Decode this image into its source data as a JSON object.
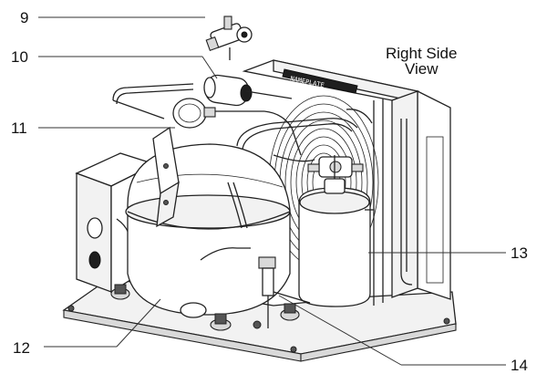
{
  "view_label": {
    "line1": "Right Side",
    "line2": "View"
  },
  "callouts": [
    {
      "id": "9",
      "label": "9"
    },
    {
      "id": "10",
      "label": "10"
    },
    {
      "id": "11",
      "label": "11"
    },
    {
      "id": "12",
      "label": "12"
    },
    {
      "id": "13",
      "label": "13"
    },
    {
      "id": "14",
      "label": "14"
    }
  ],
  "nameplate_text": "NAMEPLATE",
  "colors": {
    "line": "#222222",
    "background": "#ffffff"
  }
}
